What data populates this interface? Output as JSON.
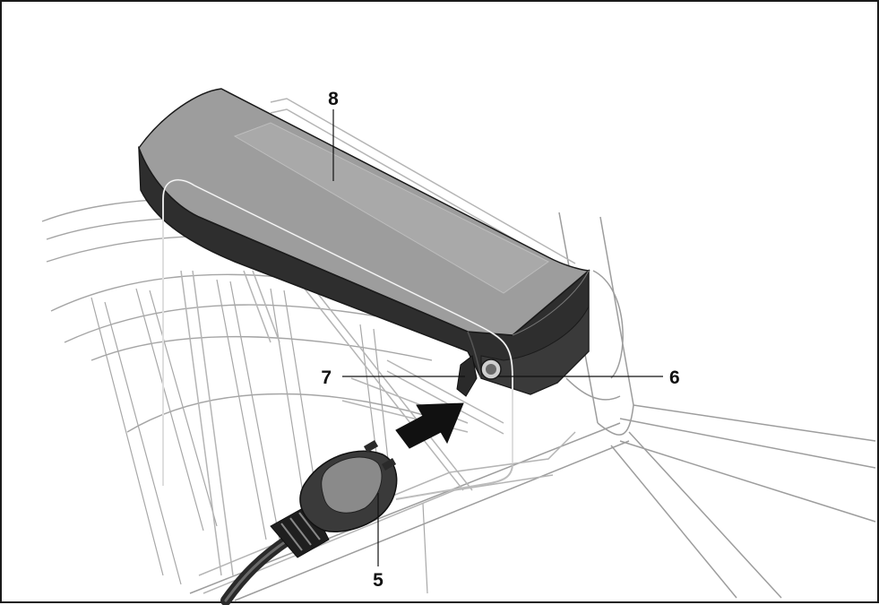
{
  "figure": {
    "callouts": [
      {
        "id": "8",
        "label": "8"
      },
      {
        "id": "7",
        "label": "7"
      },
      {
        "id": "6",
        "label": "6"
      },
      {
        "id": "5",
        "label": "5"
      }
    ]
  },
  "colors": {
    "outline": "#1a1a1a",
    "line_art": "#9a9a9a",
    "battery_top": "#9d9d9d",
    "battery_side": "#2e2e2e",
    "arrow": "#111111"
  }
}
